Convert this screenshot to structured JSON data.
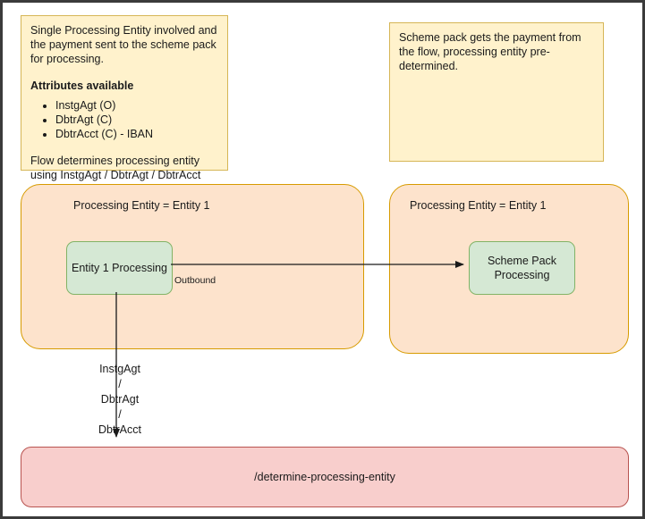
{
  "diagram": {
    "type": "flow-diagram",
    "colors": {
      "note_fill": "#FFF2CC",
      "note_border": "#D6B656",
      "pool_fill": "#FDE3CC",
      "pool_border": "#D79B00",
      "process_fill": "#D5E8D4",
      "process_border": "#82B366",
      "endpoint_fill": "#F8CECC",
      "endpoint_border": "#B85450",
      "edge_stroke": "#000000"
    }
  },
  "notes": {
    "left": {
      "paragraph_1": "Single Processing Entity involved and the payment sent to the scheme pack for processing.",
      "heading": "Attributes available",
      "attributes": [
        "InstgAgt (O)",
        "DbtrAgt (C)",
        "DbtrAcct (C) - IBAN"
      ],
      "paragraph_2": "Flow determines processing entity using InstgAgt / DbtrAgt / DbtrAcct"
    },
    "right": {
      "paragraph_1": "Scheme pack gets the payment from the flow, processing entity pre-determined."
    }
  },
  "pools": {
    "left": {
      "title": "Processing Entity = Entity 1",
      "process": {
        "label": "Entity 1 Processing"
      }
    },
    "right": {
      "title": "Processing Entity = Entity 1",
      "process": {
        "label": "Scheme Pack Processing",
        "line_1": "Scheme Pack",
        "line_2": "Processing"
      }
    }
  },
  "edges": {
    "outbound": {
      "label": "Outbound",
      "from": "Entity 1 Processing",
      "to": "Scheme Pack Processing"
    },
    "determine": {
      "label_lines": [
        "InstgAgt",
        "/",
        "DbtrAgt",
        "/",
        "DbtrAcct"
      ],
      "from": "Entity 1 Processing",
      "to": "/determine-processing-entity"
    }
  },
  "endpoint": {
    "label": "/determine-processing-entity"
  }
}
